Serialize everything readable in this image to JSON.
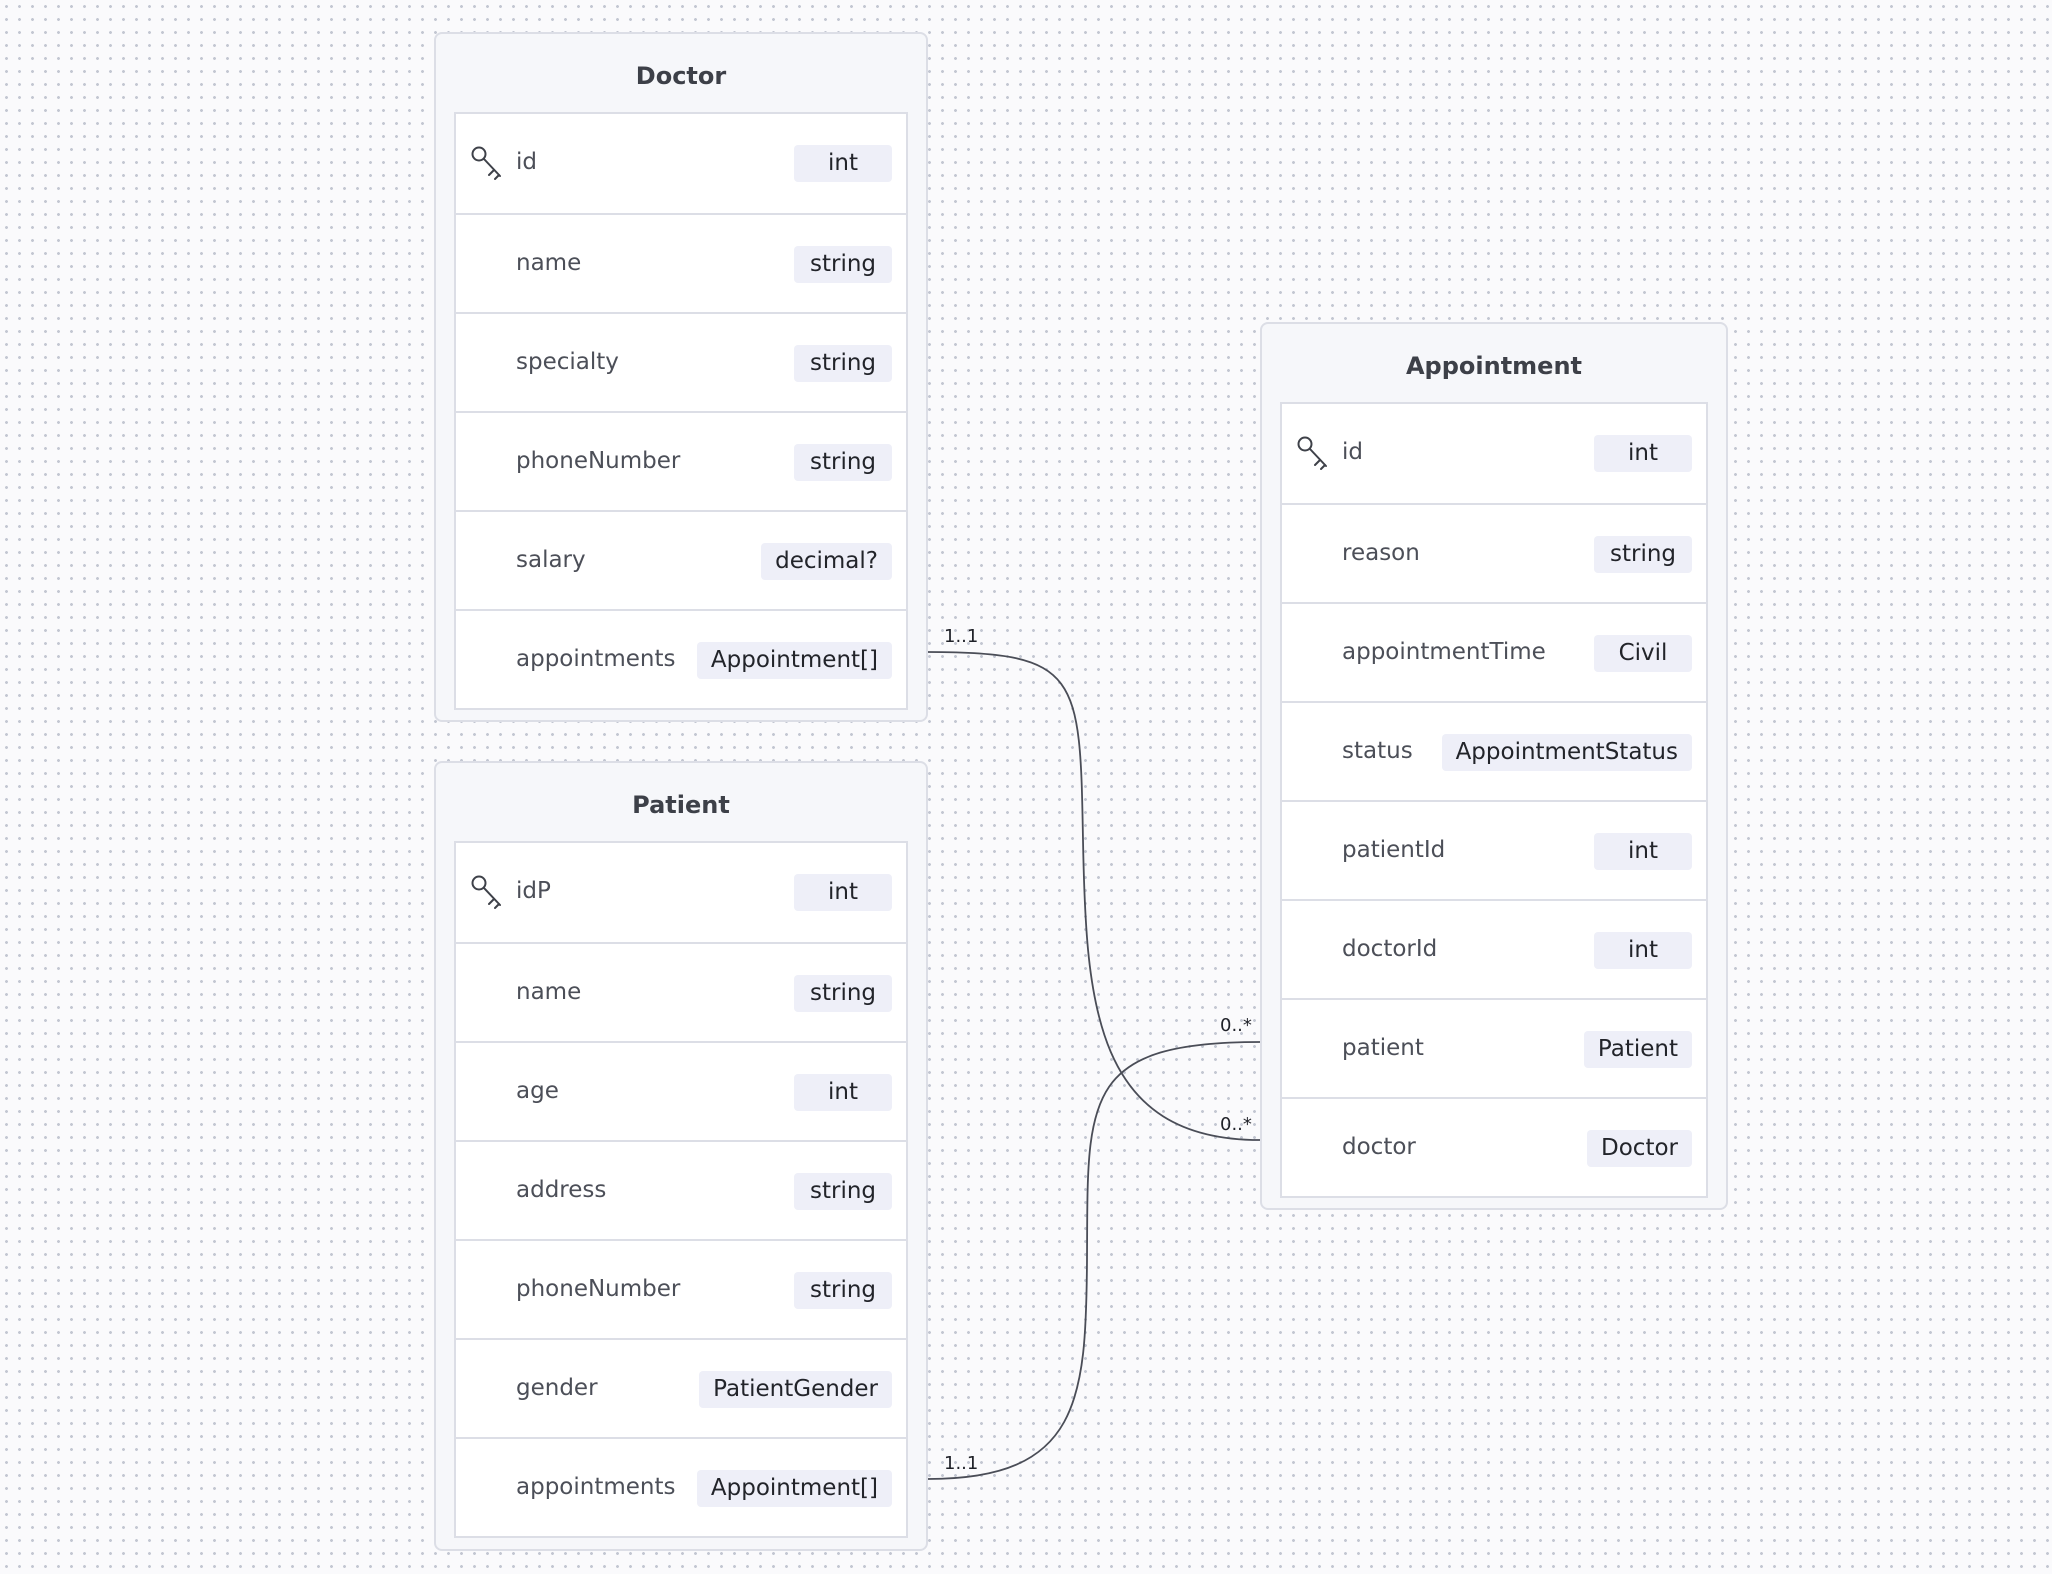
{
  "entities": {
    "doctor": {
      "title": "Doctor",
      "fields": [
        {
          "name": "id",
          "type": "int",
          "key": true
        },
        {
          "name": "name",
          "type": "string"
        },
        {
          "name": "specialty",
          "type": "string"
        },
        {
          "name": "phoneNumber",
          "type": "string"
        },
        {
          "name": "salary",
          "type": "decimal?"
        },
        {
          "name": "appointments",
          "type": "Appointment[]"
        }
      ]
    },
    "patient": {
      "title": "Patient",
      "fields": [
        {
          "name": "idP",
          "type": "int",
          "key": true
        },
        {
          "name": "name",
          "type": "string"
        },
        {
          "name": "age",
          "type": "int"
        },
        {
          "name": "address",
          "type": "string"
        },
        {
          "name": "phoneNumber",
          "type": "string"
        },
        {
          "name": "gender",
          "type": "PatientGender"
        },
        {
          "name": "appointments",
          "type": "Appointment[]"
        }
      ]
    },
    "appointment": {
      "title": "Appointment",
      "fields": [
        {
          "name": "id",
          "type": "int",
          "key": true
        },
        {
          "name": "reason",
          "type": "string"
        },
        {
          "name": "appointmentTime",
          "type": "Civil"
        },
        {
          "name": "status",
          "type": "AppointmentStatus"
        },
        {
          "name": "patientId",
          "type": "int"
        },
        {
          "name": "doctorId",
          "type": "int"
        },
        {
          "name": "patient",
          "type": "Patient"
        },
        {
          "name": "doctor",
          "type": "Doctor"
        }
      ]
    }
  },
  "relations": [
    {
      "from": "doctor.appointments",
      "to": "appointment.doctor",
      "from_label": "1..1",
      "to_label": "0..*"
    },
    {
      "from": "patient.appointments",
      "to": "appointment.patient",
      "from_label": "1..1",
      "to_label": "0..*"
    }
  ],
  "colors": {
    "background": "#fafafc",
    "card": "#f6f7fa",
    "border": "#dcdee6",
    "type_badge": "#eeeff8",
    "connector": "#4a4d57"
  },
  "icons": {
    "primary_key": "key-icon"
  }
}
